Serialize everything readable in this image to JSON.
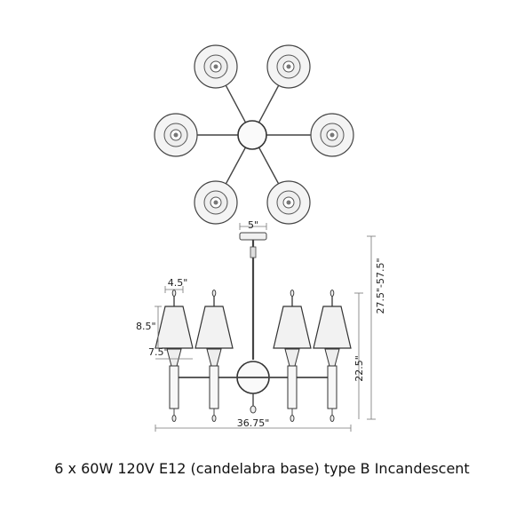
{
  "dimensions": {
    "canopy_width": "5\"",
    "shade_top_width": "4.5\"",
    "shade_height": "8.5\"",
    "shade_bottom_width": "7.5\"",
    "overall_height": "27.5\"-57.5\"",
    "body_height": "22.5\"",
    "overall_width": "36.75\""
  },
  "caption": "6 x 60W 120V E12 (candelabra base) type B Incandescent"
}
